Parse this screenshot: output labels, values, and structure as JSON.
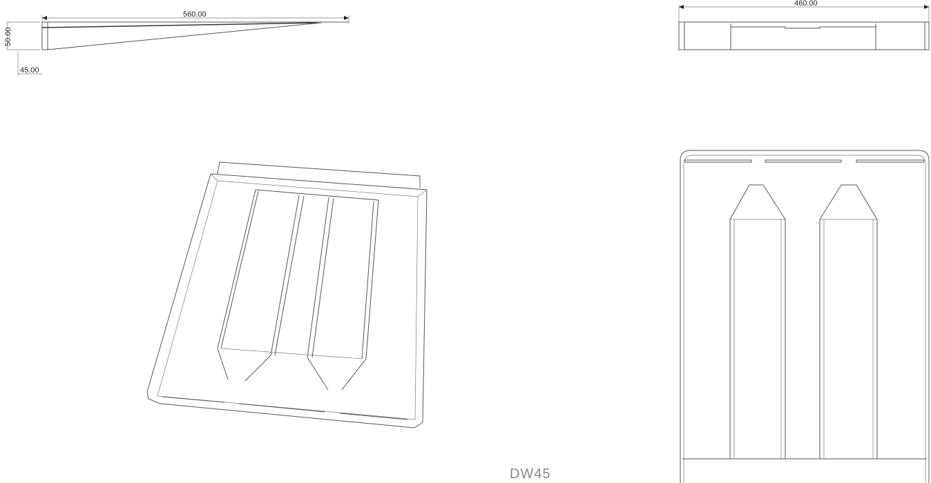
{
  "dimensions": {
    "side_length": "560.00",
    "side_height": "50.00",
    "side_offset": "45.00",
    "front_width": "460.00"
  },
  "model_label": "DW45"
}
